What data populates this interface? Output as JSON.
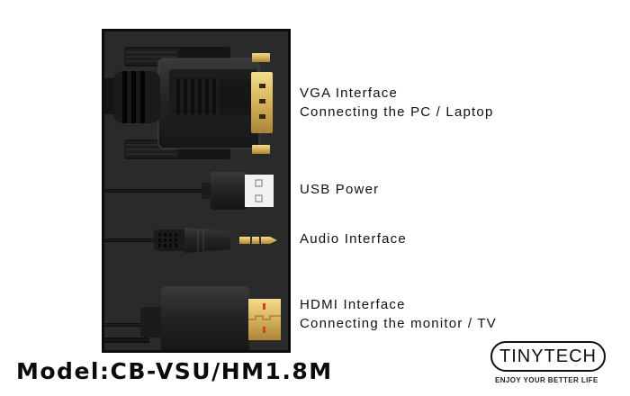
{
  "product_image": {
    "panel_background": "#2a2a2a",
    "panel_border": "#0c0c0c",
    "connectors": [
      {
        "id": "vga",
        "icon": "vga-connector-icon"
      },
      {
        "id": "usb",
        "icon": "usb-connector-icon"
      },
      {
        "id": "audio",
        "icon": "audio-jack-icon"
      },
      {
        "id": "hdmi",
        "icon": "hdmi-connector-icon"
      }
    ]
  },
  "labels": {
    "vga": {
      "title": "VGA Interface",
      "subtitle": "Connecting the PC / Laptop"
    },
    "usb": {
      "title": "USB Power"
    },
    "audio": {
      "title": "Audio Interface"
    },
    "hdmi": {
      "title": "HDMI Interface",
      "subtitle": "Connecting the monitor / TV"
    }
  },
  "model": "Model:CB-VSU/HM1.8M",
  "brand": {
    "name": "TINYTECH",
    "tagline": "ENJOY YOUR BETTER LIFE"
  },
  "colors": {
    "gold": "#d9b45a",
    "gold_light": "#f1d98c",
    "connector_body": "#1e1e1e",
    "hdmi_pin": "#d8401c"
  }
}
